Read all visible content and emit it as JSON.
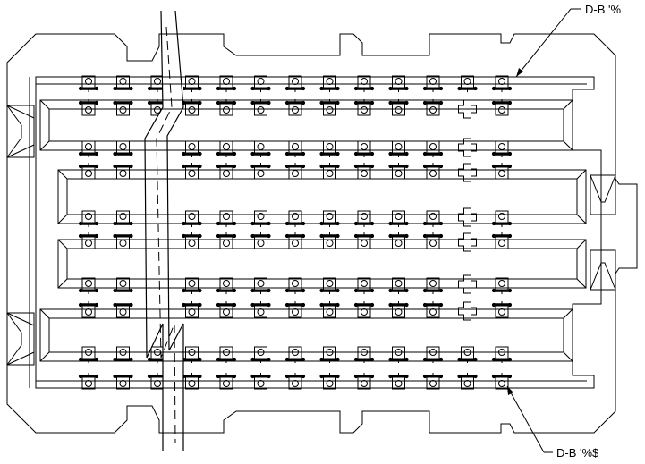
{
  "callouts": {
    "top": "D-B '%",
    "bottom": "D-B '%$"
  },
  "grid": {
    "columns": 13,
    "rows": 10,
    "special_column": 11,
    "special_rows": [
      1,
      2,
      3,
      4,
      5,
      6,
      7
    ]
  },
  "colors": {
    "line": "#000000",
    "background": "#ffffff"
  }
}
